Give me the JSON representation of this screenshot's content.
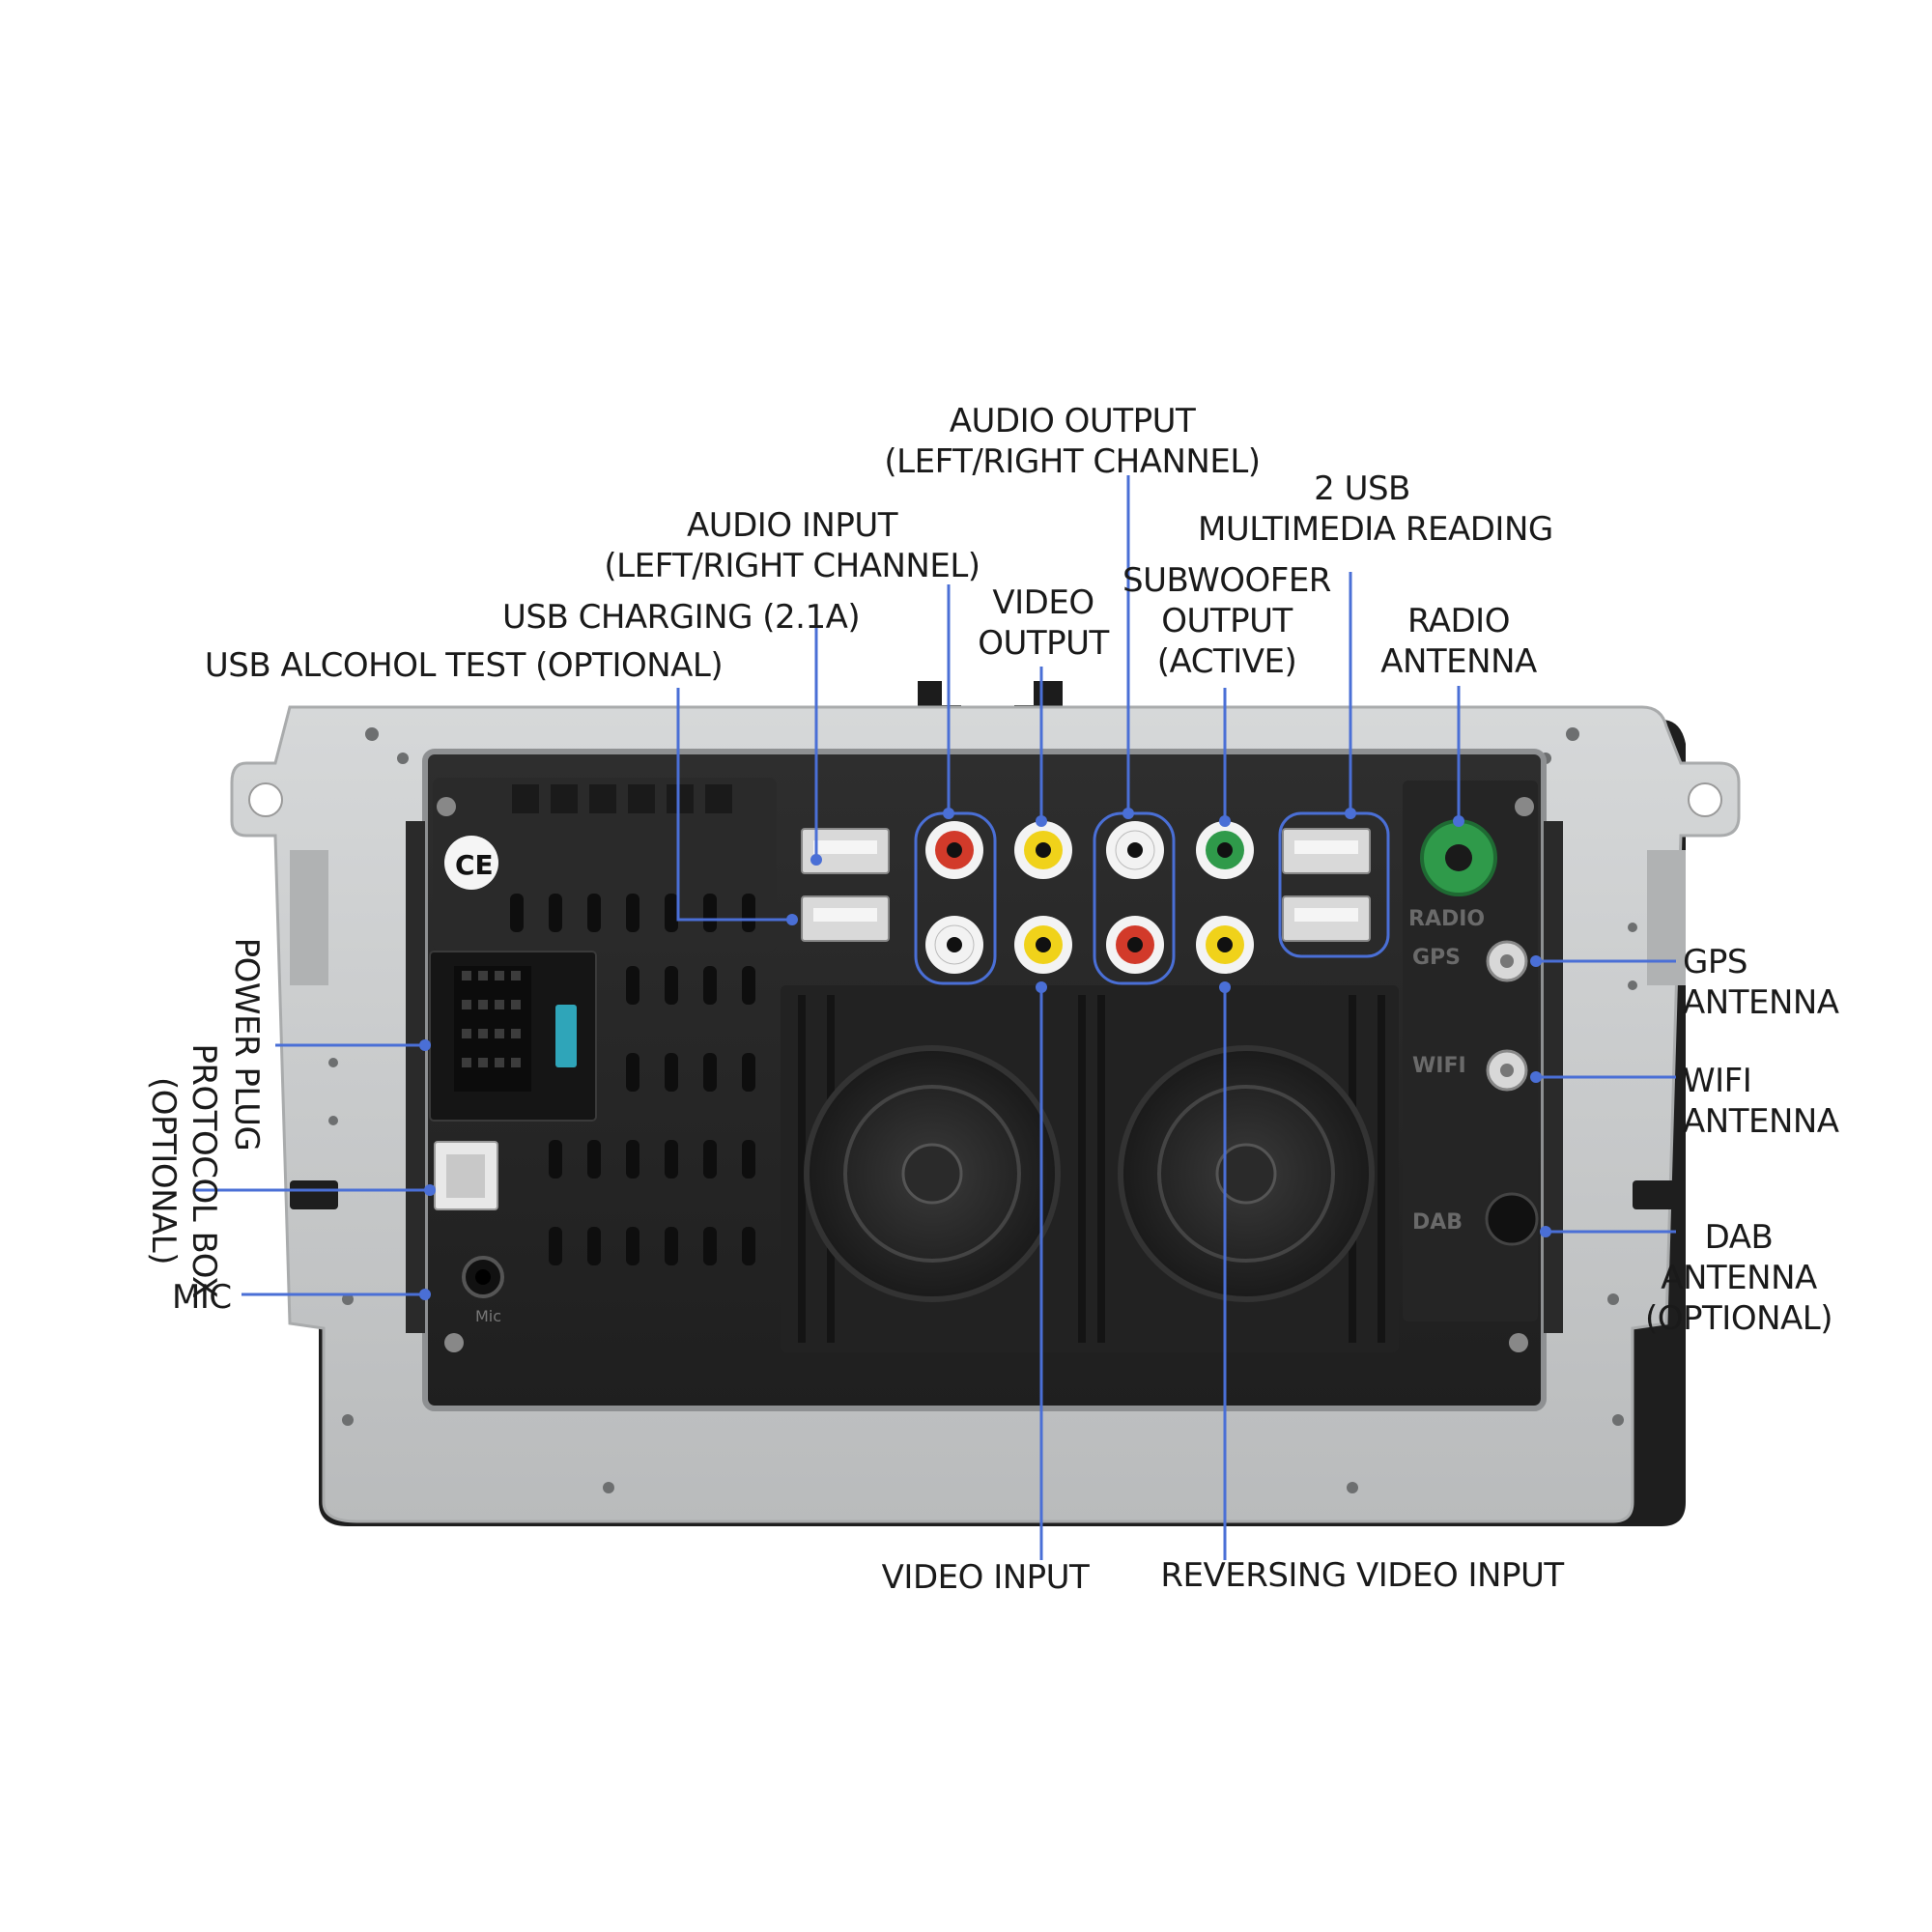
{
  "labels": {
    "audio_output": [
      "AUDIO OUTPUT",
      "(LEFT/RIGHT CHANNEL)"
    ],
    "usb2": [
      "2 USB",
      "MULTIMEDIA READING"
    ],
    "audio_input": [
      "AUDIO INPUT",
      "(LEFT/RIGHT CHANNEL)"
    ],
    "subwoofer": [
      "SUBWOOFER",
      "OUTPUT",
      "(ACTIVE)"
    ],
    "video_output": [
      "VIDEO",
      "OUTPUT"
    ],
    "radio_antenna": [
      "RADIO",
      "ANTENNA"
    ],
    "usb_charging": "USB CHARGING (2.1A)",
    "usb_alcohol": "USB ALCOHOL TEST (OPTIONAL)",
    "power_plug": "POWER PLUG",
    "protocol_box": [
      "PROTOCOL BOX",
      "(OPTIONAL)"
    ],
    "mic": "MIC",
    "gps": [
      "GPS",
      "ANTENNA"
    ],
    "wifi": [
      "WIFI",
      "ANTENNA"
    ],
    "dab": [
      "DAB",
      "ANTENNA",
      "(OPTIONAL)"
    ],
    "video_input": "VIDEO INPUT",
    "reversing": "REVERSING VIDEO INPUT"
  },
  "panel_marks": {
    "radio": "RADIO",
    "gps": "GPS",
    "wifi": "WIFI",
    "dab": "DAB",
    "mic": "Mic"
  },
  "colors": {
    "leader": "#4a6fd6",
    "panel": "#2b2b2b",
    "bracket": "#c9cbcc",
    "rca_red": "#d23a2a",
    "rca_yellow": "#f0d21a",
    "rca_white": "#f2f2f2",
    "rca_green": "#2f9a4a"
  }
}
